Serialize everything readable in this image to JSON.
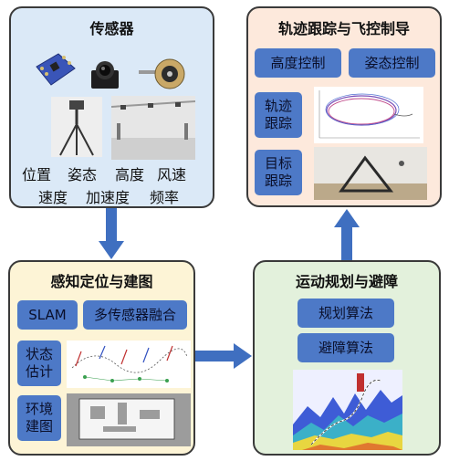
{
  "sensors": {
    "title": "传感器",
    "labels_row1": [
      "位置",
      "姿态",
      "高度",
      "风速"
    ],
    "labels_row2": [
      "速度",
      "加速度",
      "频率"
    ]
  },
  "tracking": {
    "title": "轨迹跟踪与飞控制导",
    "altitude": "高度控制",
    "attitude": "姿态控制",
    "trajectory": "轨迹\n跟踪",
    "target": "目标\n跟踪"
  },
  "perception": {
    "title": "感知定位与建图",
    "slam": "SLAM",
    "fusion": "多传感器融合",
    "state": "状态\n估计",
    "mapping": "环境\n建图"
  },
  "planning": {
    "title": "运动规划与避障",
    "planning_algo": "规划算法",
    "avoid_algo": "避障算法"
  },
  "colors": {
    "sensor_bg": "#dbe9f7",
    "tracking_bg": "#fde9dc",
    "perception_bg": "#fdf4d6",
    "planning_bg": "#e3f1dc",
    "tag_blue": "#4d79c7",
    "arrow_blue": "#3f6fc0"
  }
}
